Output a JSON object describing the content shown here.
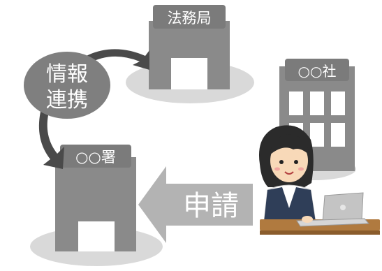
{
  "buildings": {
    "legal_bureau": "法務局",
    "company": "○○社",
    "office": "○○署"
  },
  "bubble_label": [
    "情報",
    "連携"
  ],
  "arrow_label": "申請",
  "colors": {
    "building": "#8a8a8a",
    "building_sign": "#7b7b7b",
    "shadow": "#d9d9d9",
    "bubble": "#7f7f7f",
    "arrow": "#b3b3b3",
    "flow_arrow": "#4a4a4a"
  },
  "icons": {
    "person": "person-at-laptop-icon"
  }
}
